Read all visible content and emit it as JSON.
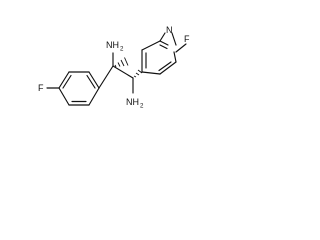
{
  "molecule": {
    "labels": {
      "amine_top": "NH",
      "amine_top_sub": "2",
      "amine_bottom": "NH",
      "amine_bottom_sub": "2",
      "fluoro_left": "F",
      "fluoro_right": "F",
      "pyridine_n": "N"
    },
    "colors": {
      "ink": "#111111",
      "background": "#ffffff"
    }
  }
}
